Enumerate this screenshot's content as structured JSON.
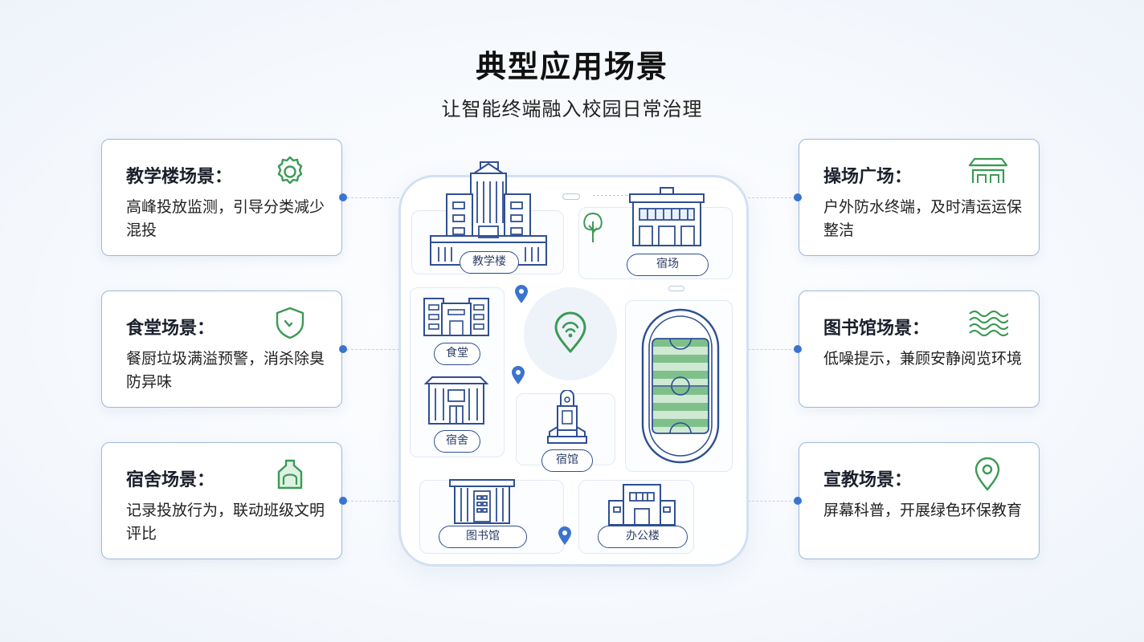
{
  "header": {
    "title": "典型应用场景",
    "subtitle": "让智能终端融入校园日常治理"
  },
  "scenarios": [
    {
      "title": "教学楼场景：",
      "desc": "高峰投放监测，引导分类减少混投",
      "icon": "gear-icon"
    },
    {
      "title": "食堂场景：",
      "desc": "餐厨垃圾满溢预警，消杀除臭防异味",
      "icon": "shield-icon"
    },
    {
      "title": "宿舍场景：",
      "desc": "记录投放行为，联动班级文明评比",
      "icon": "bin-icon"
    },
    {
      "title": "操场广场：",
      "desc": "户外防水终端，及时清运运保整洁",
      "icon": "pavilion-icon"
    },
    {
      "title": "图书馆场景：",
      "desc": "低噪提示，兼顾安静阅览环境",
      "icon": "wave-icon"
    },
    {
      "title": "宣教场景：",
      "desc": "屏幕科普，开展绿色环保教育",
      "icon": "location-pin-icon"
    }
  ],
  "map": {
    "labels": {
      "teaching": "教学楼",
      "sports": "宿场",
      "canteen": "食堂",
      "dorm": "宿舍",
      "library_small": "宿馆",
      "library": "图书馆",
      "office": "办公楼"
    }
  },
  "colors": {
    "accent_blue": "#3b73d1",
    "icon_green": "#3c9a55",
    "line_blue": "#2f4f93",
    "card_border": "#9fb8d8"
  }
}
